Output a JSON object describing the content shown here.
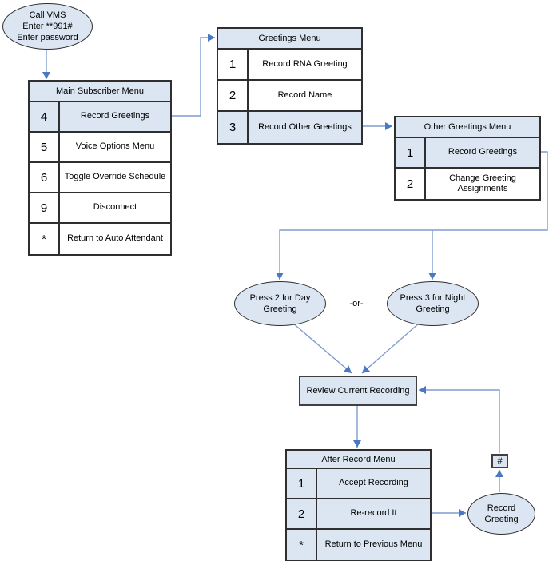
{
  "colors": {
    "fill": "#dce6f2",
    "line": "#7f9cd0",
    "arrow": "#4a78c2",
    "border": "#2f2f2f"
  },
  "start_ellipse": {
    "line1": "Call VMS",
    "line2": "Enter **991#",
    "line3": "Enter password"
  },
  "main_menu": {
    "title": "Main Subscriber Menu",
    "rows": [
      {
        "key": "4",
        "label": "Record Greetings"
      },
      {
        "key": "5",
        "label": "Voice Options Menu"
      },
      {
        "key": "6",
        "label": "Toggle Override Schedule"
      },
      {
        "key": "9",
        "label": "Disconnect"
      },
      {
        "key": "*",
        "label": "Return to Auto Attendant"
      }
    ]
  },
  "greetings_menu": {
    "title": "Greetings Menu",
    "rows": [
      {
        "key": "1",
        "label": "Record RNA Greeting"
      },
      {
        "key": "2",
        "label": "Record Name"
      },
      {
        "key": "3",
        "label": "Record Other Greetings"
      }
    ]
  },
  "other_greetings_menu": {
    "title": "Other Greetings Menu",
    "rows": [
      {
        "key": "1",
        "label": "Record Greetings"
      },
      {
        "key": "2",
        "label": "Change Greeting Assignments"
      }
    ]
  },
  "day_ellipse": {
    "line1": "Press 2 for Day",
    "line2": "Greeting"
  },
  "or_label": "-or-",
  "night_ellipse": {
    "line1": "Press 3 for Night",
    "line2": "Greeting"
  },
  "review_box": {
    "label": "Review Current Recording"
  },
  "after_record_menu": {
    "title": "After Record Menu",
    "rows": [
      {
        "key": "1",
        "label": "Accept Recording"
      },
      {
        "key": "2",
        "label": "Re-record It"
      },
      {
        "key": "*",
        "label": "Return to Previous Menu"
      }
    ]
  },
  "hash_box": {
    "label": "#"
  },
  "record_ellipse": {
    "line1": "Record",
    "line2": "Greeting"
  }
}
